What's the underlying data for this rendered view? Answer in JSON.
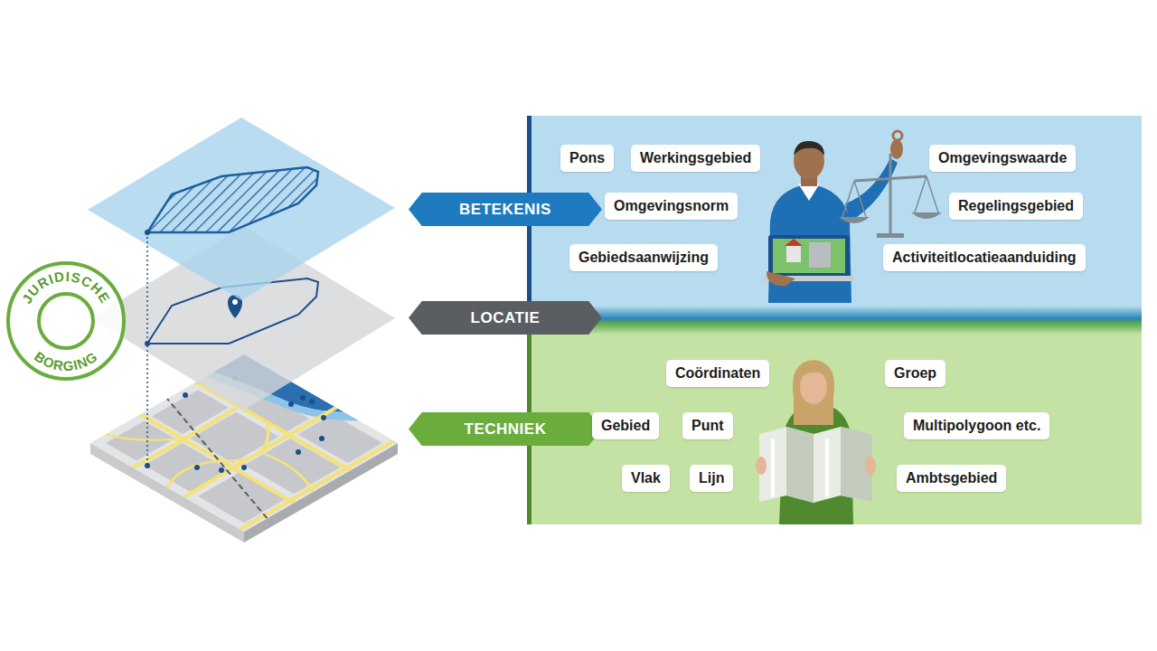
{
  "diagram": {
    "nodes": [
      {
        "text": [
          "JURIDISCHE",
          "BORGING"
        ]
      },
      {
        "text": [
          "BETEKENIS"
        ]
      },
      {
        "text": [
          "LOCATIE"
        ]
      },
      {
        "text": [
          "TECHNIEK"
        ]
      },
      {
        "text": [
          "Pons"
        ]
      },
      {
        "text": [
          "Werkingsgebied"
        ]
      },
      {
        "text": [
          "Omgevingswaarde"
        ]
      },
      {
        "text": [
          "Omgevingsnorm"
        ]
      },
      {
        "text": [
          "Regelingsgebied"
        ]
      },
      {
        "text": [
          "Gebiedsaanwijzing"
        ]
      },
      {
        "text": [
          "Activiteitlocatieaanduiding"
        ]
      },
      {
        "text": [
          "Coördinaten"
        ]
      },
      {
        "text": [
          "Groep"
        ]
      },
      {
        "text": [
          "Gebied"
        ]
      },
      {
        "text": [
          "Punt"
        ]
      },
      {
        "text": [
          "Multipolygoon etc."
        ]
      },
      {
        "text": [
          "Vlak"
        ]
      },
      {
        "text": [
          "Lijn"
        ]
      },
      {
        "text": [
          "Ambtsgebied"
        ]
      }
    ]
  }
}
